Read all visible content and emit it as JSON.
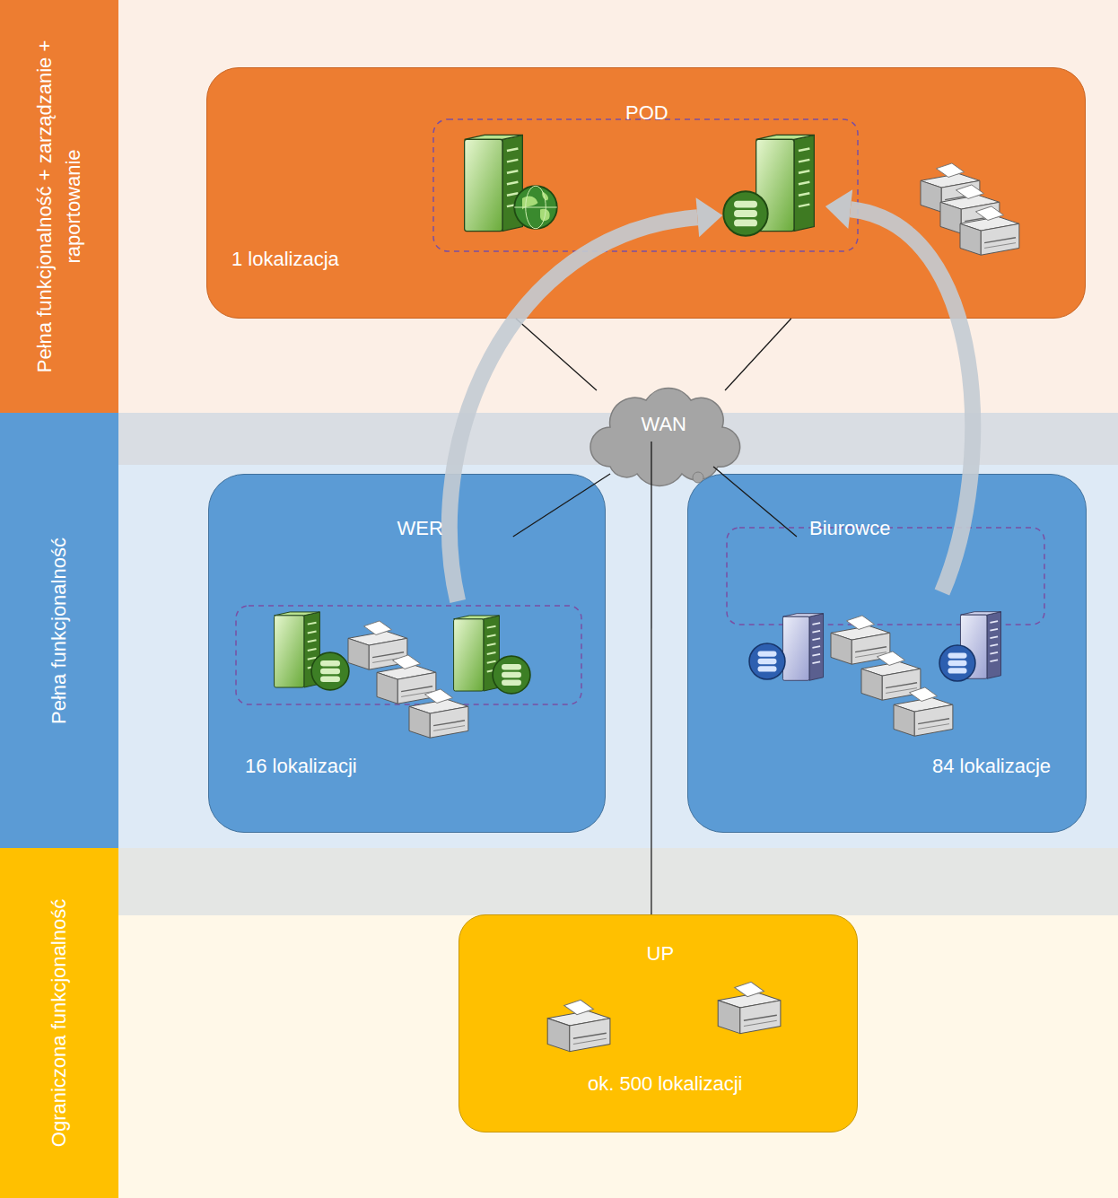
{
  "diagram": {
    "nodes": [
      {
        "text": [
          "Pełna funkcjonalność + zarządzanie + raportowanie"
        ]
      },
      {
        "text": [
          "Pełna funkcjonalność"
        ]
      },
      {
        "text": [
          "Ograniczona funkcjonalność"
        ]
      },
      {
        "text": [
          "POD",
          "1 lokalizacja"
        ]
      },
      {
        "text": [
          "WAN"
        ]
      },
      {
        "text": [
          "WER",
          "16 lokalizacji"
        ]
      },
      {
        "text": [
          "Biurowce",
          "84 lokalizacje"
        ]
      },
      {
        "text": [
          "UP",
          "ok. 500 lokalizacji"
        ]
      }
    ],
    "edges": [
      {
        "from": 3,
        "to": 4,
        "arrow": "none"
      },
      {
        "from": 3,
        "to": 4,
        "arrow": "none"
      },
      {
        "from": 5,
        "to": 4,
        "arrow": "none"
      },
      {
        "from": 6,
        "to": 4,
        "arrow": "none"
      },
      {
        "from": 7,
        "to": 4,
        "arrow": "none"
      },
      {
        "from": 5,
        "to": 3,
        "arrow": "to"
      },
      {
        "from": 6,
        "to": 3,
        "arrow": "to"
      }
    ]
  }
}
